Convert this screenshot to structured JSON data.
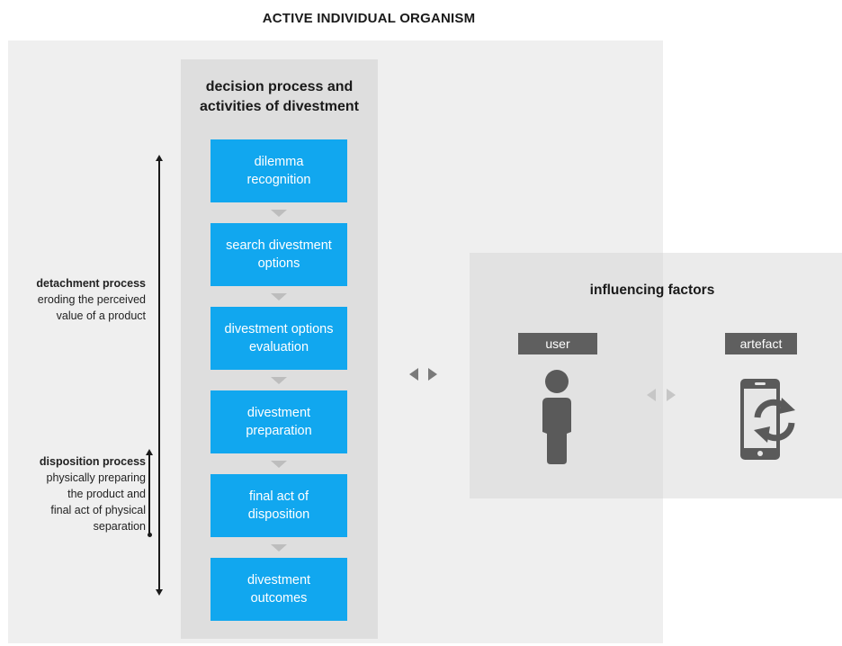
{
  "title": "ACTIVE INDIVIDUAL ORGANISM",
  "decision": {
    "title": "decision process and\nactivities of divestment",
    "steps": [
      "dilemma\nrecognition",
      "search divestment\noptions",
      "divestment options\nevaluation",
      "divestment\npreparation",
      "final act of\ndisposition",
      "divestment\noutcomes"
    ]
  },
  "processes": {
    "detachment": {
      "head": "detachment process",
      "desc": "eroding the perceived\nvalue of a product"
    },
    "disposition": {
      "head": "disposition process",
      "desc": "physically preparing\nthe product and\nfinal act of physical\nseparation"
    }
  },
  "factors": {
    "title": "influencing factors",
    "user_label": "user",
    "artefact_label": "artefact"
  },
  "colors": {
    "step_fill": "#11a7ef",
    "tag_fill": "#5f5f5f",
    "organism_bg": "#efefef",
    "column_bg": "#dedede"
  },
  "icons": [
    "person-icon",
    "smartphone-refresh-icon",
    "bidirectional-arrow-icon"
  ]
}
